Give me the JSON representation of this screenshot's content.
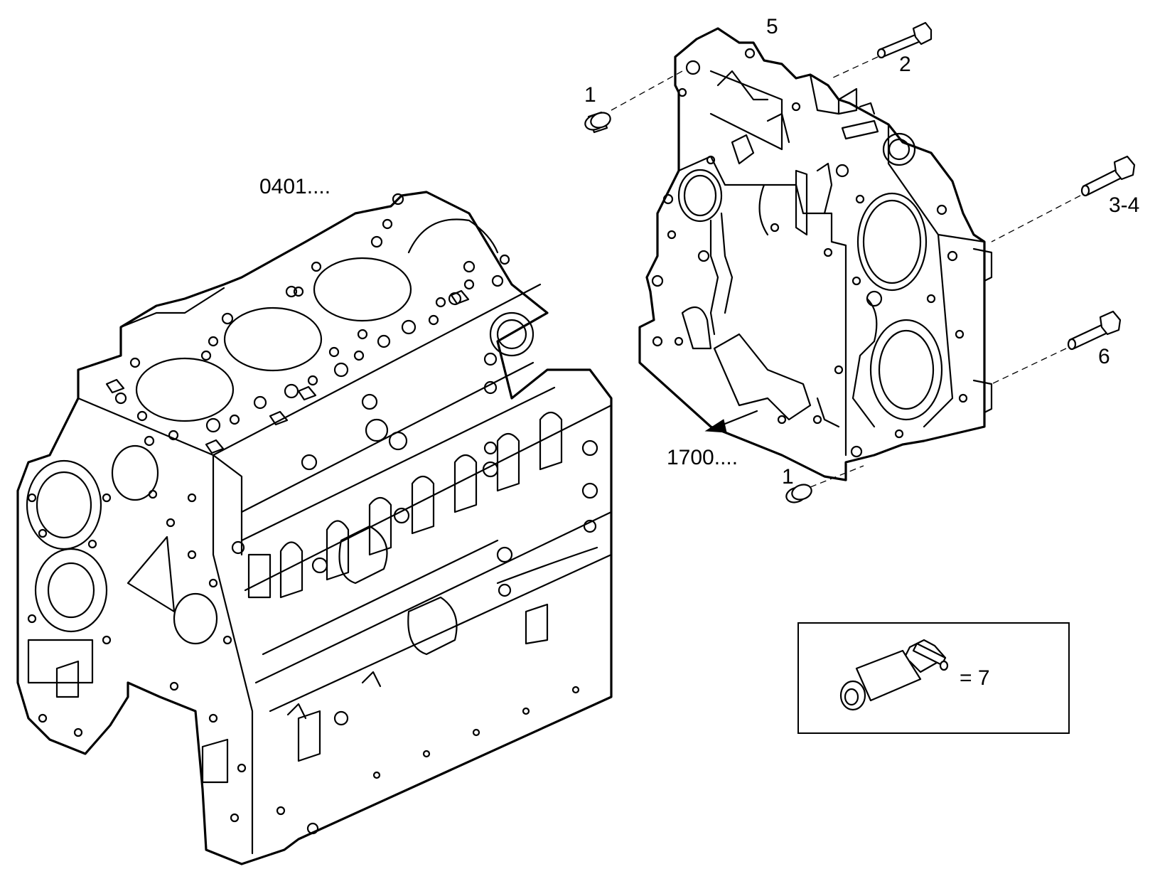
{
  "labels": {
    "block_ref": "0401....",
    "cover_ref": "1700....",
    "item_1_top": "1",
    "item_1_bottom": "1",
    "item_2": "2",
    "item_3_4": "3-4",
    "item_5": "5",
    "item_6": "6",
    "sealant_item": "= 7"
  },
  "parts": [
    {
      "callout": "1",
      "name": "bushing"
    },
    {
      "callout": "2",
      "name": "bolt"
    },
    {
      "callout": "3-4",
      "name": "bolt"
    },
    {
      "callout": "5",
      "name": "flywheel-housing"
    },
    {
      "callout": "6",
      "name": "bolt"
    },
    {
      "callout": "7",
      "name": "sealant-tube"
    }
  ],
  "icons": [
    "bushing-icon",
    "bolt-icon",
    "sealant-tube-icon",
    "arrow-icon"
  ]
}
